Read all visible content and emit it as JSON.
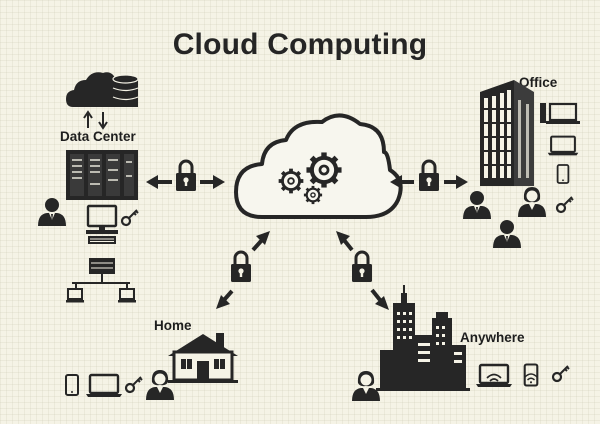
{
  "title": "Cloud Computing",
  "nodes": {
    "data_center": {
      "label": "Data Center"
    },
    "office": {
      "label": "Office"
    },
    "home": {
      "label": "Home"
    },
    "anywhere": {
      "label": "Anywhere"
    }
  },
  "colors": {
    "ink": "#262626",
    "background": "#f5f3e6",
    "cloud_fill": "#f7f6ee"
  },
  "icons": [
    "cloud-icon",
    "gear-icon",
    "lock-icon",
    "server-icon",
    "database-icon",
    "building-icon",
    "house-icon",
    "city-skyline-icon",
    "person-icon",
    "monitor-icon",
    "laptop-icon",
    "smartphone-icon",
    "key-icon",
    "network-icon",
    "wifi-icon",
    "arrow-icon"
  ]
}
